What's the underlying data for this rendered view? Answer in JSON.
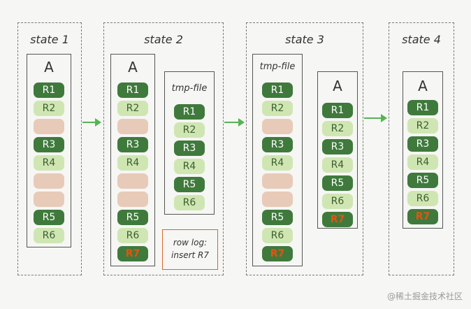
{
  "states": [
    {
      "title": "state 1"
    },
    {
      "title": "state 2"
    },
    {
      "title": "state 3"
    },
    {
      "title": "state 4"
    }
  ],
  "tables": {
    "s1_a": {
      "name": "A",
      "rows": [
        {
          "label": "R1",
          "kind": "dark"
        },
        {
          "label": "R2",
          "kind": "light"
        },
        {
          "label": "",
          "kind": "empty"
        },
        {
          "label": "R3",
          "kind": "dark"
        },
        {
          "label": "R4",
          "kind": "light"
        },
        {
          "label": "",
          "kind": "empty"
        },
        {
          "label": "",
          "kind": "empty"
        },
        {
          "label": "R5",
          "kind": "dark"
        },
        {
          "label": "R6",
          "kind": "light"
        }
      ]
    },
    "s2_a": {
      "name": "A",
      "rows": [
        {
          "label": "R1",
          "kind": "dark"
        },
        {
          "label": "R2",
          "kind": "light"
        },
        {
          "label": "",
          "kind": "empty"
        },
        {
          "label": "R3",
          "kind": "dark"
        },
        {
          "label": "R4",
          "kind": "light"
        },
        {
          "label": "",
          "kind": "empty"
        },
        {
          "label": "",
          "kind": "empty"
        },
        {
          "label": "R5",
          "kind": "dark"
        },
        {
          "label": "R6",
          "kind": "light"
        },
        {
          "label": "R7",
          "kind": "new"
        }
      ]
    },
    "s2_tmp": {
      "name": "tmp-file",
      "rows": [
        {
          "label": "R1",
          "kind": "dark"
        },
        {
          "label": "R2",
          "kind": "light"
        },
        {
          "label": "R3",
          "kind": "dark"
        },
        {
          "label": "R4",
          "kind": "light"
        },
        {
          "label": "R5",
          "kind": "dark"
        },
        {
          "label": "R6",
          "kind": "light"
        }
      ]
    },
    "s3_tmp": {
      "name": "tmp-file",
      "rows": [
        {
          "label": "R1",
          "kind": "dark"
        },
        {
          "label": "R2",
          "kind": "light"
        },
        {
          "label": "",
          "kind": "empty"
        },
        {
          "label": "R3",
          "kind": "dark"
        },
        {
          "label": "R4",
          "kind": "light"
        },
        {
          "label": "",
          "kind": "empty"
        },
        {
          "label": "",
          "kind": "empty"
        },
        {
          "label": "R5",
          "kind": "dark"
        },
        {
          "label": "R6",
          "kind": "light"
        },
        {
          "label": "R7",
          "kind": "new"
        }
      ]
    },
    "s3_a": {
      "name": "A",
      "rows": [
        {
          "label": "R1",
          "kind": "dark"
        },
        {
          "label": "R2",
          "kind": "light"
        },
        {
          "label": "R3",
          "kind": "dark"
        },
        {
          "label": "R4",
          "kind": "light"
        },
        {
          "label": "R5",
          "kind": "dark"
        },
        {
          "label": "R6",
          "kind": "light"
        },
        {
          "label": "R7",
          "kind": "new"
        }
      ]
    },
    "s4_a": {
      "name": "A",
      "rows": [
        {
          "label": "R1",
          "kind": "dark"
        },
        {
          "label": "R2",
          "kind": "light"
        },
        {
          "label": "R3",
          "kind": "dark"
        },
        {
          "label": "R4",
          "kind": "light"
        },
        {
          "label": "R5",
          "kind": "dark"
        },
        {
          "label": "R6",
          "kind": "light"
        },
        {
          "label": "R7",
          "kind": "new"
        }
      ]
    }
  },
  "rowlog": {
    "line1": "row log:",
    "line2": "insert R7"
  },
  "watermark": "@稀土掘金技术社区",
  "colors": {
    "dark_row": "#3f7a3c",
    "light_row": "#cfe6b3",
    "empty_row": "#e7cbb8",
    "new_row_text": "#e8520f",
    "arrow": "#56b356",
    "rowlog_border": "#d9642a"
  }
}
